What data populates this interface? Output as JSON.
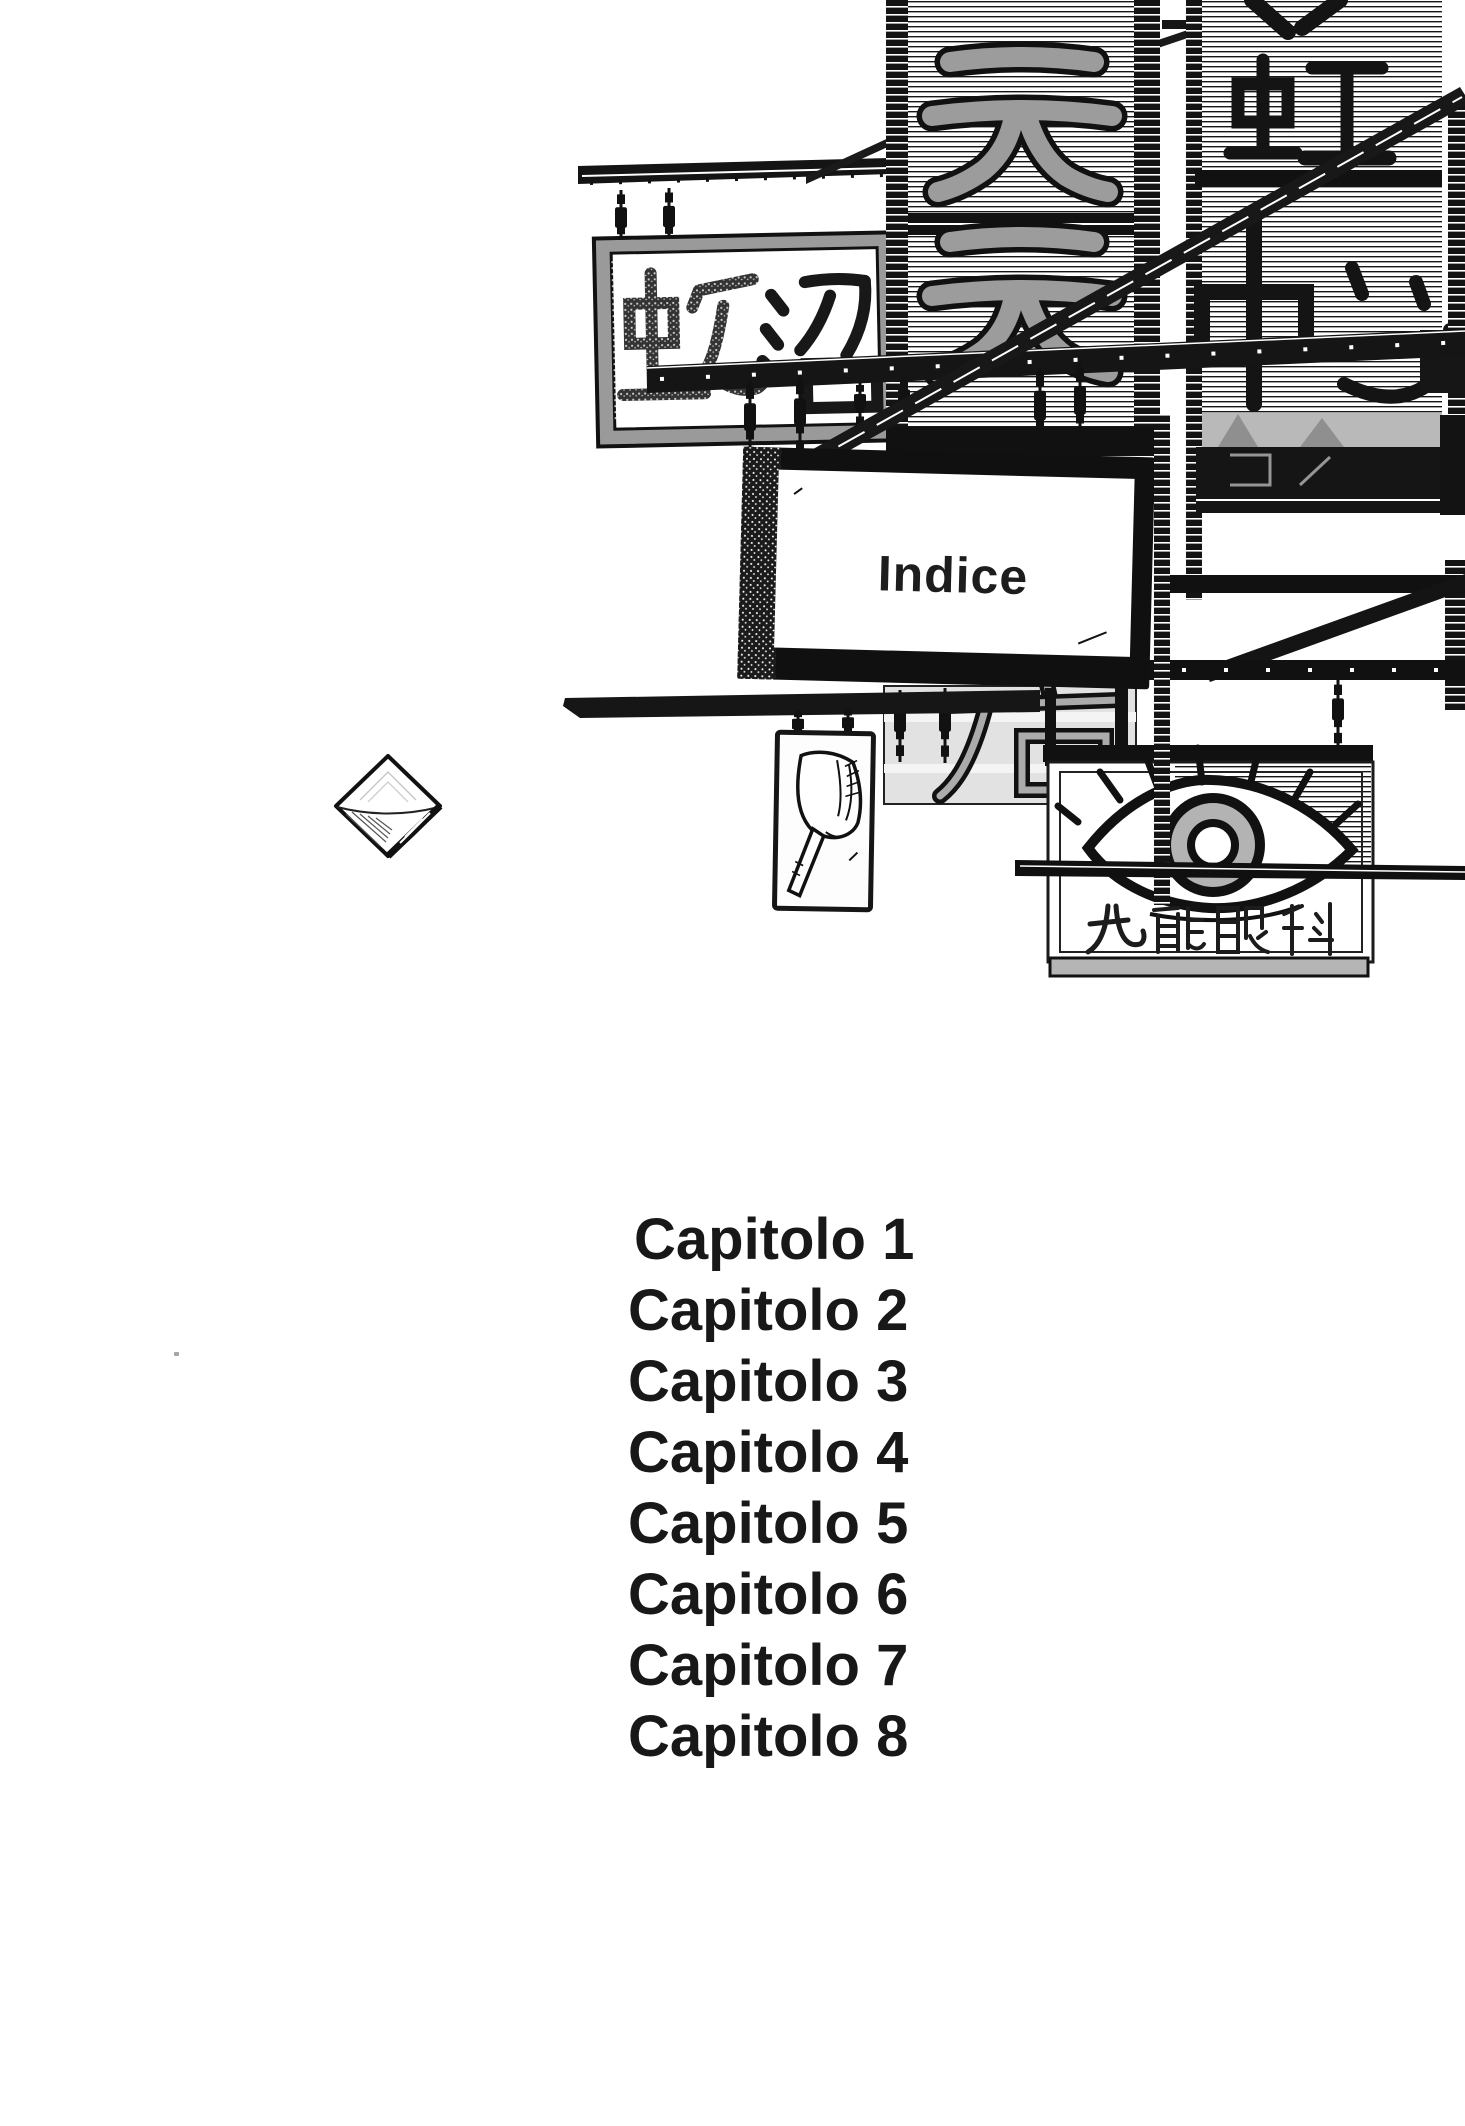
{
  "page": {
    "title": "Indice"
  },
  "index_sign": {
    "label": "Indice"
  },
  "chapters": {
    "items": [
      "Capitolo 1",
      "Capitolo 2",
      "Capitolo 3",
      "Capitolo 4",
      "Capitolo 5",
      "Capitolo 6",
      "Capitolo 7",
      "Capitolo 8"
    ]
  },
  "artwork": {
    "signs": [
      {
        "name": "snake-marsh-sign",
        "text": "蛇沼"
      },
      {
        "name": "sky-vertical-sign",
        "text": "天天"
      },
      {
        "name": "rainbow-centre-sign",
        "text": "彩虹中心"
      },
      {
        "name": "shop-sign",
        "text": "店"
      },
      {
        "name": "eye-clinic-sign",
        "text": "九龍眼科"
      }
    ],
    "colors": {
      "ink": "#111111",
      "gray_character": "#9c9c9c",
      "panel_gray": "#e2e2e2",
      "iris_gray": "#b3b3b3",
      "frame_gray": "#9a9a9a"
    }
  }
}
